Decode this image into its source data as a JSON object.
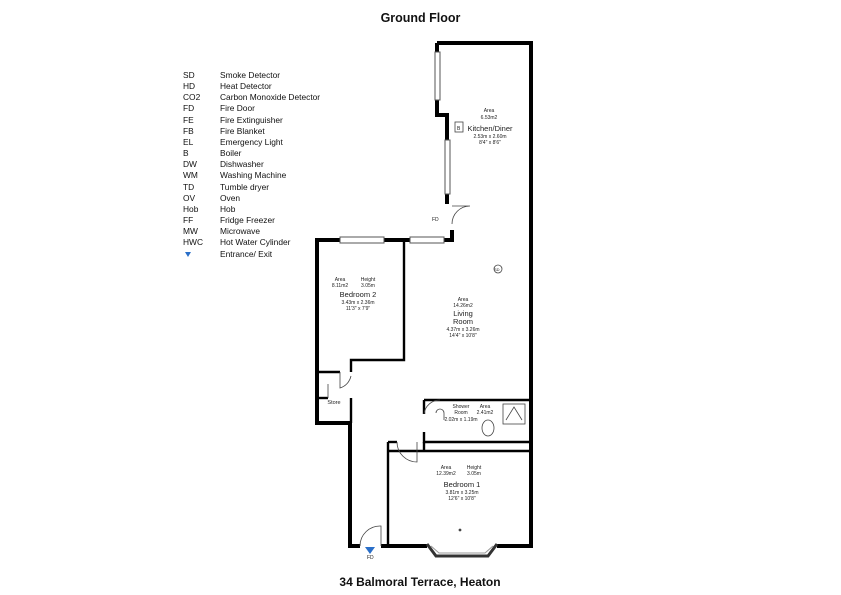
{
  "title": "Ground Floor",
  "address": "34 Balmoral Terrace, Heaton",
  "legend": [
    {
      "code": "SD",
      "label": "Smoke Detector"
    },
    {
      "code": "HD",
      "label": "Heat Detector"
    },
    {
      "code": "CO2",
      "label": "Carbon Monoxide Detector"
    },
    {
      "code": "FD",
      "label": "Fire Door"
    },
    {
      "code": "FE",
      "label": "Fire Extinguisher"
    },
    {
      "code": "FB",
      "label": "Fire Blanket"
    },
    {
      "code": "EL",
      "label": "Emergency Light"
    },
    {
      "code": "B",
      "label": "Boiler"
    },
    {
      "code": "DW",
      "label": "Dishwasher"
    },
    {
      "code": "WM",
      "label": "Washing Machine"
    },
    {
      "code": "TD",
      "label": "Tumble dryer"
    },
    {
      "code": "OV",
      "label": "Oven"
    },
    {
      "code": "Hob",
      "label": "Hob"
    },
    {
      "code": "FF",
      "label": "Fridge Freezer"
    },
    {
      "code": "MW",
      "label": "Microwave"
    },
    {
      "code": "HWC",
      "label": "Hot Water Cylinder"
    },
    {
      "code": "",
      "label": "Entrance/ Exit",
      "icon": "entrance-arrow-icon",
      "color": "#2a6fc9"
    }
  ],
  "rooms": {
    "kitchen": {
      "name": "Kitchen/Diner",
      "area_label": "Area",
      "area": "6.53m2",
      "dims": "2.53m x 2.60m",
      "dims_imperial": "8'4\" x 8'6\""
    },
    "living": {
      "name_line1": "Living",
      "name_line2": "Room",
      "area_label": "Area",
      "area": "14.26m2",
      "dims": "4.37m x 3.26m",
      "dims_imperial": "14'4\" x 10'8\""
    },
    "bedroom2": {
      "name": "Bedroom 2",
      "area_label": "Area",
      "area": "8.11m2",
      "height_label": "Height",
      "height": "3.05m",
      "dims": "3.43m x 2.36m",
      "dims_imperial": "11'3\" x 7'9\""
    },
    "shower": {
      "name_line1": "Shower",
      "name_line2": "Room",
      "area_label": "Area",
      "area": "2.41m2",
      "dims": "2.02m x 1.19m"
    },
    "bedroom1": {
      "name": "Bedroom 1",
      "area_label": "Area",
      "area": "12.39m2",
      "height_label": "Height",
      "height": "3.05m",
      "dims": "3.81m x 3.25m",
      "dims_imperial": "12'6\" x 10'8\""
    },
    "store": {
      "name": "Store"
    }
  },
  "markers": {
    "fd_1": "FD",
    "fd_2": "FD",
    "boiler": "B",
    "smoke_detector": "SD"
  }
}
